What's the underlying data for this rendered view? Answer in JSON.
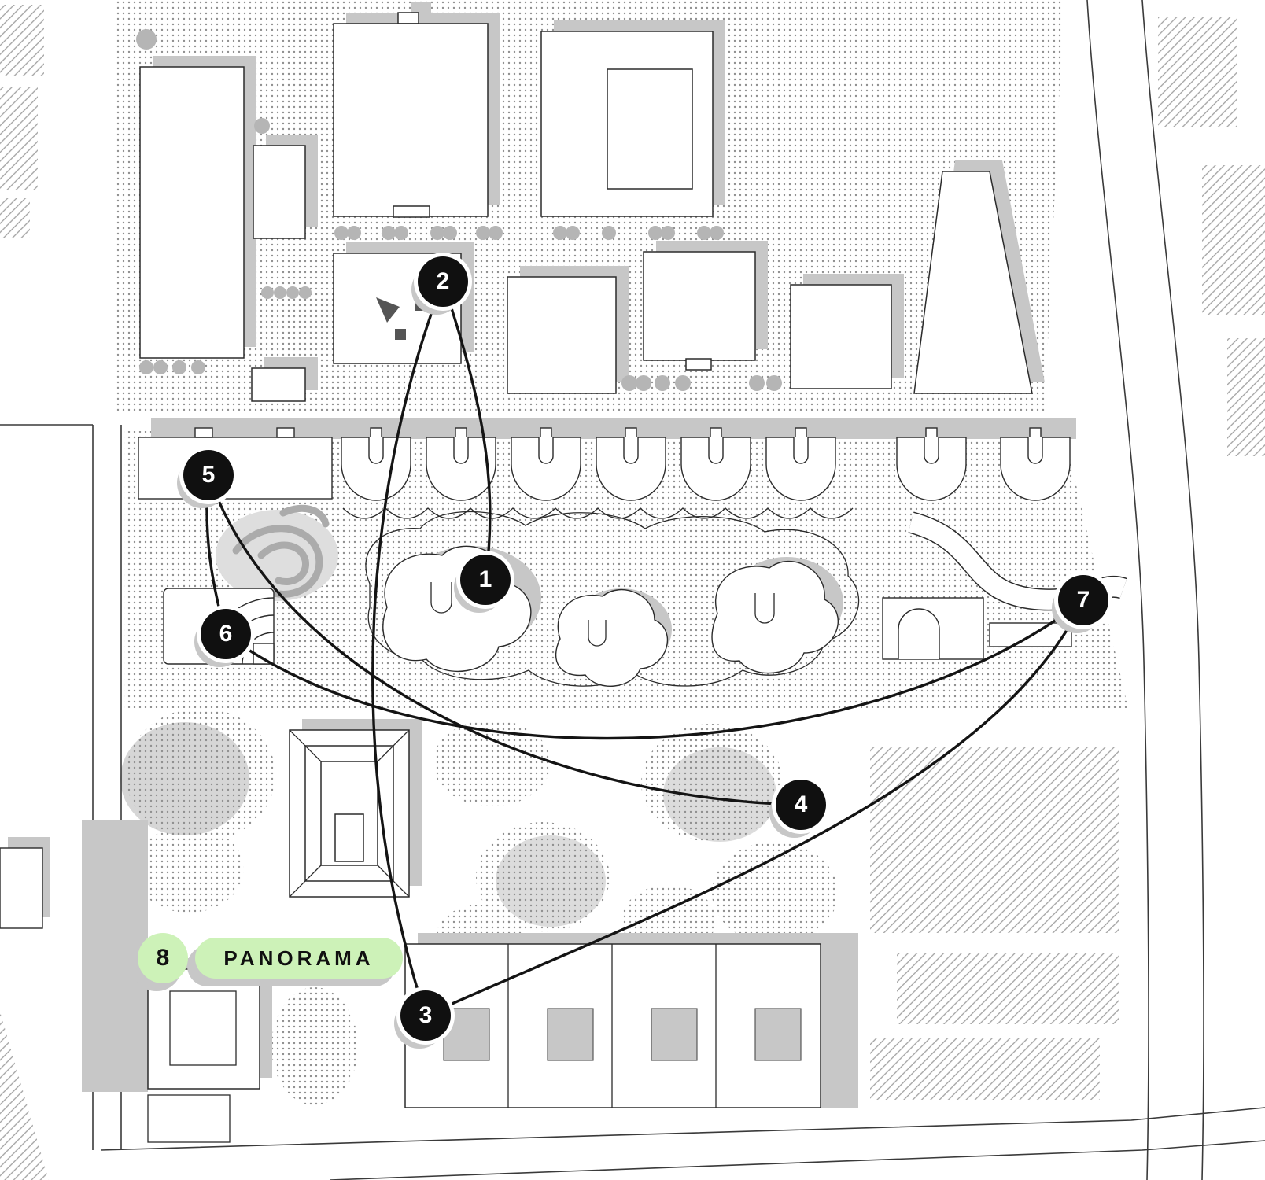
{
  "map": {
    "kind": "architectural-site-plan",
    "highlight_label": "PANORAMA"
  },
  "panorama": {
    "label": "PANORAMA"
  },
  "markers": {
    "m1": {
      "label": "1"
    },
    "m2": {
      "label": "2"
    },
    "m3": {
      "label": "3"
    },
    "m4": {
      "label": "4"
    },
    "m5": {
      "label": "5"
    },
    "m6": {
      "label": "6"
    },
    "m7": {
      "label": "7"
    },
    "m8": {
      "label": "8"
    }
  },
  "connections": [
    {
      "from": "2",
      "to": "1"
    },
    {
      "from": "2",
      "to": "3"
    },
    {
      "from": "5",
      "to": "6"
    },
    {
      "from": "5",
      "to": "4"
    },
    {
      "from": "6",
      "to": "7"
    },
    {
      "from": "7",
      "to": "3"
    }
  ],
  "colors": {
    "accent_green": "#cdf2b8",
    "marker_black": "#101010",
    "shadow_gray": "#c7c7c7",
    "route_black": "#141414"
  }
}
